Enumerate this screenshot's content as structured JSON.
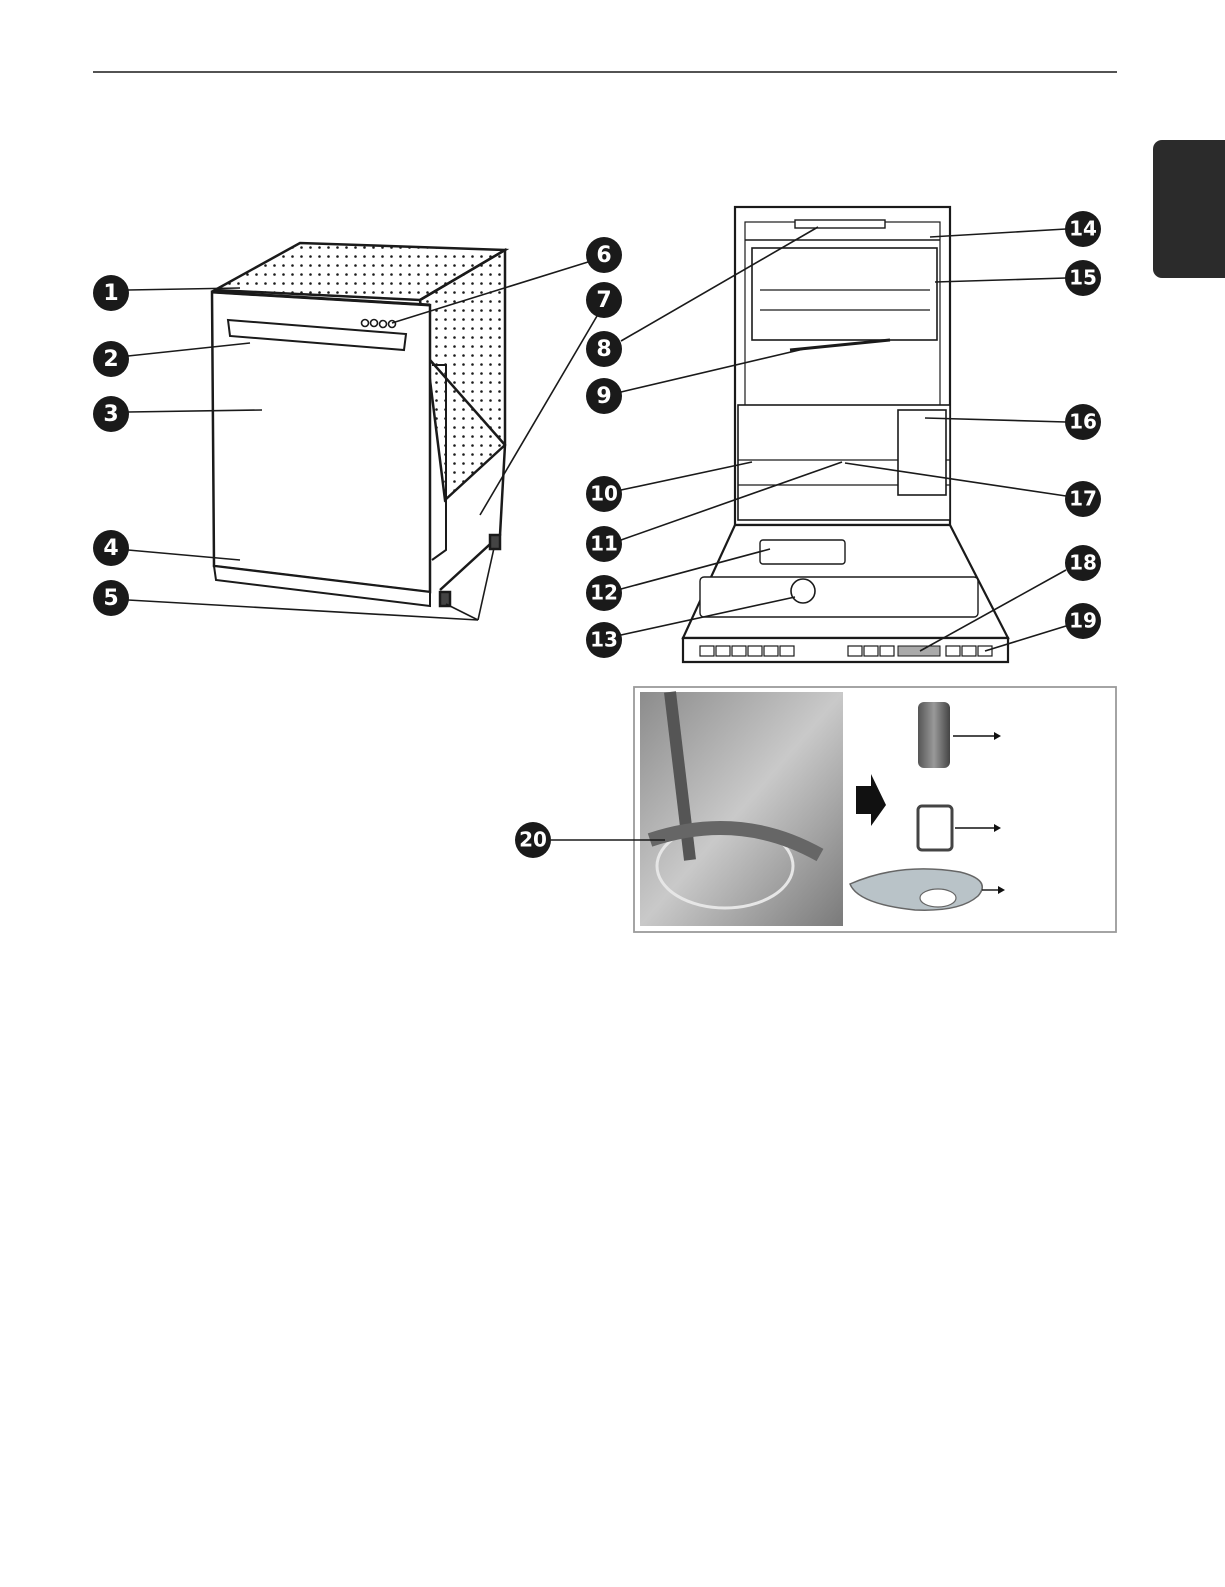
{
  "colors": {
    "ink": "#1a1a1a",
    "callout_fill": "#1a1a1a",
    "callout_text": "#ffffff",
    "tab": "#2b2b2b",
    "inset_border": "#9a9a9a",
    "steel": "#b5b5b5"
  },
  "callouts": [
    {
      "label": "1"
    },
    {
      "label": "2"
    },
    {
      "label": "3"
    },
    {
      "label": "4"
    },
    {
      "label": "5"
    },
    {
      "label": "6"
    },
    {
      "label": "7"
    },
    {
      "label": "8"
    },
    {
      "label": "9"
    },
    {
      "label": "10"
    },
    {
      "label": "11"
    },
    {
      "label": "12"
    },
    {
      "label": "13"
    },
    {
      "label": "14"
    },
    {
      "label": "15"
    },
    {
      "label": "16"
    },
    {
      "label": "17"
    },
    {
      "label": "18"
    },
    {
      "label": "19"
    },
    {
      "label": "20"
    }
  ]
}
